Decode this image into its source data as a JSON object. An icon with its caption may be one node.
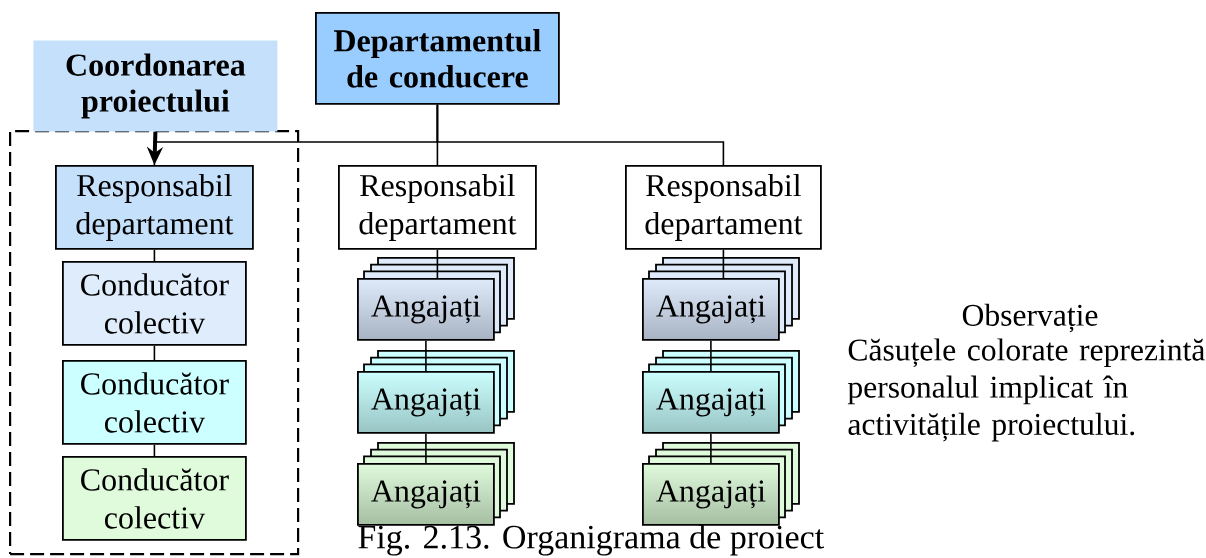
{
  "diagram": {
    "caption": "Fig. 2.13. Organigrama de proiect",
    "nodes": [
      {
        "text": [
          "Coordonarea proiectului"
        ]
      },
      {
        "text": [
          "Departamentul de conducere"
        ]
      },
      {
        "text": [],
        "shape": "box"
      },
      {
        "text": [
          "Responsabil departament"
        ],
        "in": 2
      },
      {
        "text": [
          "Conducător colectiv"
        ],
        "in": 2
      },
      {
        "text": [
          "Conducător colectiv"
        ],
        "in": 2
      },
      {
        "text": [
          "Conducător colectiv"
        ],
        "in": 2
      },
      {
        "text": [
          "Responsabil departament"
        ]
      },
      {
        "text": [
          "Angajați"
        ]
      },
      {
        "text": [
          "Angajați"
        ]
      },
      {
        "text": [
          "Angajați"
        ]
      },
      {
        "text": [
          "Responsabil departament"
        ]
      },
      {
        "text": [
          "Angajați"
        ]
      },
      {
        "text": [
          "Angajați"
        ]
      },
      {
        "text": [
          "Angajați"
        ]
      }
    ],
    "edges": [
      {
        "from": 0,
        "to": 3,
        "arrow": "to",
        "style": "thick"
      },
      {
        "from": 1,
        "to": 3,
        "arrow": "none"
      },
      {
        "from": 1,
        "to": 7,
        "arrow": "none"
      },
      {
        "from": 1,
        "to": 11,
        "arrow": "none"
      },
      {
        "from": 3,
        "to": 4,
        "arrow": "none"
      },
      {
        "from": 4,
        "to": 5,
        "arrow": "none"
      },
      {
        "from": 5,
        "to": 6,
        "arrow": "none"
      },
      {
        "from": 7,
        "to": 8,
        "arrow": "none"
      },
      {
        "from": 8,
        "to": 9,
        "arrow": "none"
      },
      {
        "from": 9,
        "to": 10,
        "arrow": "none"
      },
      {
        "from": 11,
        "to": 12,
        "arrow": "none"
      },
      {
        "from": 12,
        "to": 13,
        "arrow": "none"
      },
      {
        "from": 13,
        "to": 14,
        "arrow": "none"
      }
    ],
    "labels": [
      "Observație",
      "Căsuțele colorate reprezintă personalul implicat în activitățile proiectului."
    ]
  }
}
